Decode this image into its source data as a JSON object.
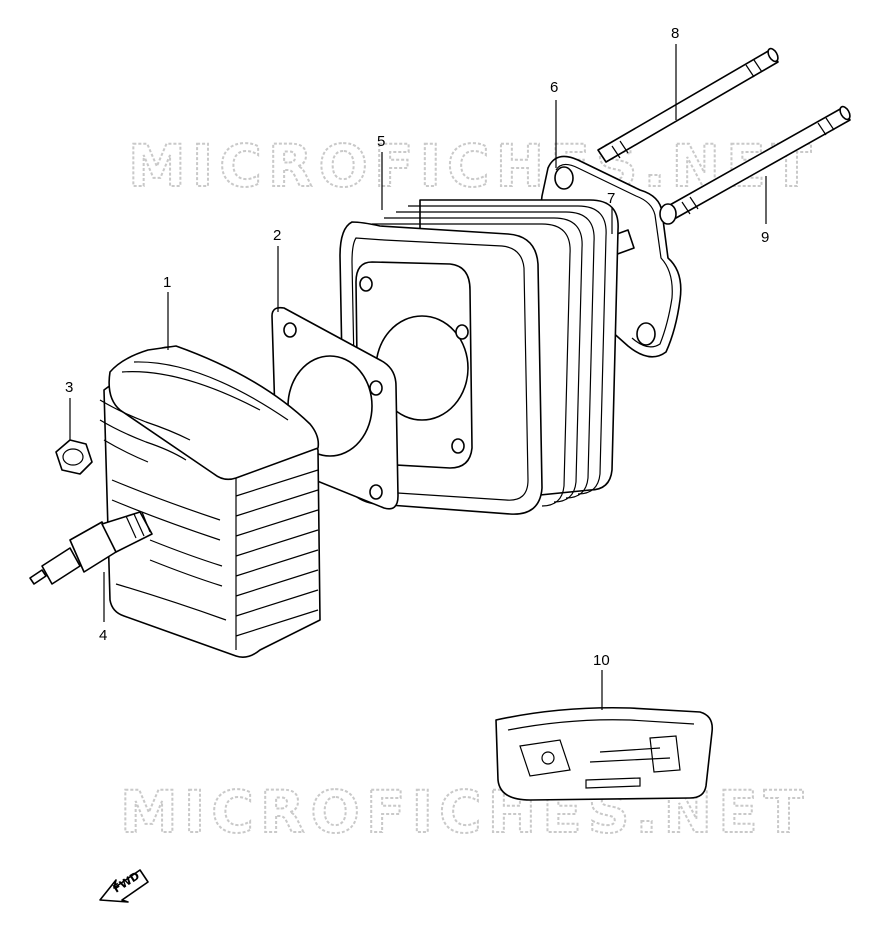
{
  "watermark": "MICROFICHES.NET",
  "direction_label": "FWD",
  "callouts": [
    "1",
    "2",
    "3",
    "4",
    "5",
    "6",
    "7",
    "8",
    "9",
    "10"
  ],
  "parts": [
    {
      "id": "1",
      "name": "cylinder-head",
      "icon": "cylinder-head-drawing"
    },
    {
      "id": "2",
      "name": "head-gasket",
      "icon": "gasket-drawing"
    },
    {
      "id": "3",
      "name": "nut",
      "icon": "nut-drawing"
    },
    {
      "id": "4",
      "name": "spark-plug",
      "icon": "spark-plug-drawing"
    },
    {
      "id": "5",
      "name": "cylinder",
      "icon": "cylinder-drawing"
    },
    {
      "id": "6",
      "name": "base-gasket",
      "icon": "gasket-drawing"
    },
    {
      "id": "7",
      "name": "dowel-pin",
      "icon": "pin-drawing"
    },
    {
      "id": "8",
      "name": "stud-bolt-upper",
      "icon": "stud-drawing"
    },
    {
      "id": "9",
      "name": "stud-bolt-lower",
      "icon": "stud-drawing"
    },
    {
      "id": "10",
      "name": "gasket-set",
      "icon": "gasket-set-drawing"
    }
  ],
  "colors": {
    "line": "#000000",
    "watermark": "#c9c9c9",
    "background": "#ffffff"
  }
}
